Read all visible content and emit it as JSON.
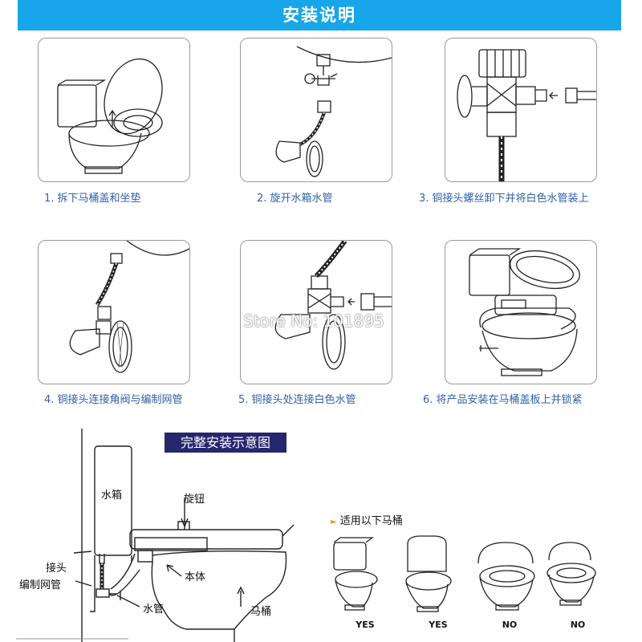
{
  "header": {
    "title": "安装说明"
  },
  "steps": [
    {
      "caption": "1. 拆下马桶盖和坐垫"
    },
    {
      "caption": "2. 旋开水箱水管"
    },
    {
      "caption": "3. 铜接头螺丝卸下并将白色水管装上"
    },
    {
      "caption": "4. 铜接头连接角阀与编制网管"
    },
    {
      "caption": "5. 铜接头处连接白色水管"
    },
    {
      "caption": "6. 将产品安装在马桶盖板上并锁紧"
    }
  ],
  "assembly": {
    "title": "完整安装示意图",
    "labels": {
      "tank": "水箱",
      "knob": "旋钮",
      "joint": "接头",
      "braided_hose": "编制网管",
      "body": "本体",
      "water_pipe": "水管",
      "toilet": "马桶"
    }
  },
  "suitability": {
    "heading": "适用以下马桶",
    "items": [
      {
        "verdict": "YES"
      },
      {
        "verdict": "YES"
      },
      {
        "verdict": "NO"
      },
      {
        "verdict": "NO"
      }
    ]
  },
  "watermark": "Store No: 101895",
  "colors": {
    "banner": "#18a6ea",
    "caption": "#2f5fa9",
    "title_box": "#25276e",
    "bullet": "#f39a1b"
  }
}
